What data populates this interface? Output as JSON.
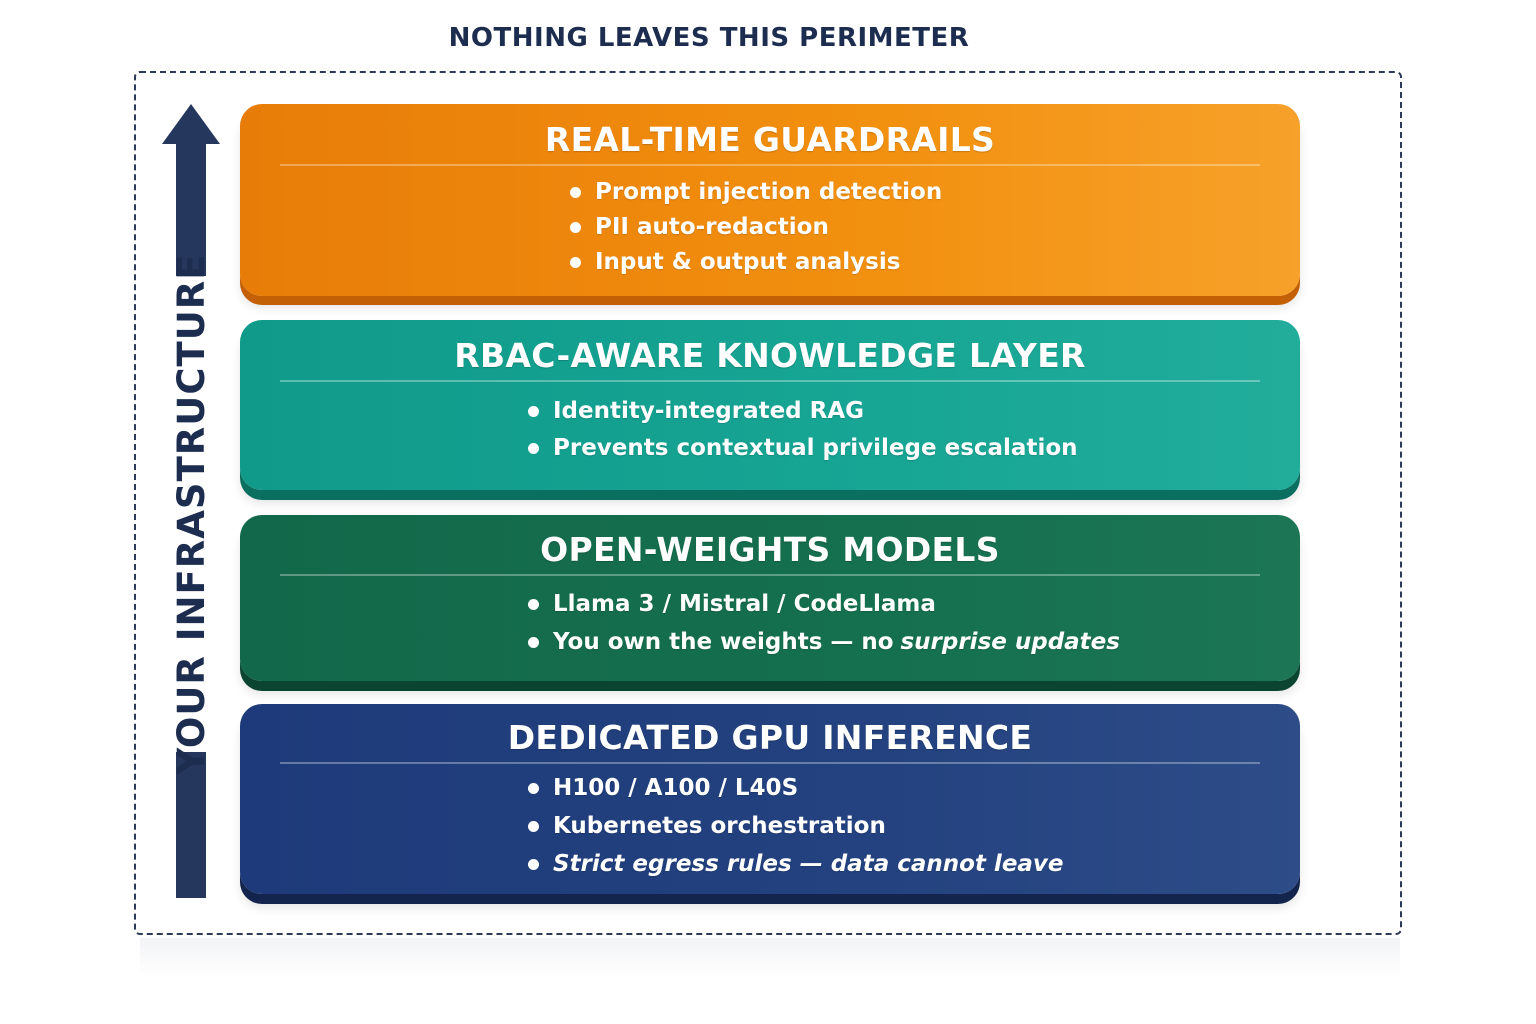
{
  "heading": "NOTHING LEAVES THIS PERIMETER",
  "axis_label": "YOUR INFRASTRUCTURE",
  "layers": [
    {
      "title": "REAL-TIME GUARDRAILS",
      "color": "#f2900f",
      "bullets": [
        "Prompt injection detection",
        "PII auto-redaction",
        "Input & output analysis"
      ]
    },
    {
      "title": "RBAC-AWARE KNOWLEDGE LAYER",
      "color": "#17a594",
      "bullets": [
        "Identity-integrated RAG",
        "Prevents contextual privilege escalation"
      ]
    },
    {
      "title": "OPEN-WEIGHTS MODELS",
      "color": "#15704f",
      "bullets": [
        "Llama 3 / Mistral / CodeLlama",
        {
          "plain": "You own the weights — no ",
          "italic": "surprise updates"
        }
      ]
    },
    {
      "title": "DEDICATED GPU INFERENCE",
      "color": "#23427f",
      "bullets": [
        "H100 / A100 / L40S",
        "Kubernetes orchestration",
        {
          "italic": "Strict egress rules — data cannot leave"
        }
      ]
    }
  ]
}
